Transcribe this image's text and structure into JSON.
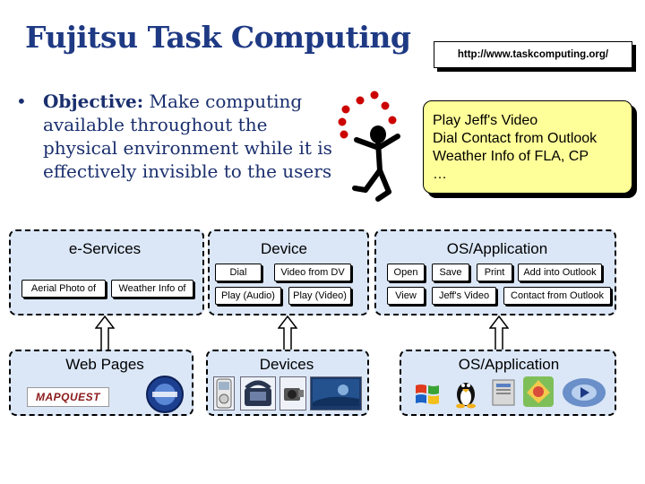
{
  "title": "Fujitsu Task Computing",
  "url": "http://www.taskcomputing.org/",
  "objective": {
    "bullet": "•",
    "label": "Objective:",
    "text": "Make computing available throughout the physical environment while it is effectively invisible to the users"
  },
  "callout": {
    "lines": [
      "Play Jeff's Video",
      "Dial Contact from Outlook",
      "Weather Info of FLA, CP",
      "…"
    ]
  },
  "services": {
    "e_services": {
      "header": "e-Services",
      "items": [
        "Aerial Photo of",
        "Weather Info of"
      ]
    },
    "device": {
      "header": "Device",
      "items": [
        "Dial",
        "Video from DV",
        "Play (Audio)",
        "Play (Video)"
      ]
    },
    "os_app": {
      "header": "OS/Application",
      "row1": [
        "Open",
        "Save",
        "Print",
        "Add into Outlook"
      ],
      "row2": [
        "View",
        "Jeff's Video",
        "Contact from Outlook"
      ]
    }
  },
  "sources": {
    "web": {
      "header": "Web Pages",
      "logo": "MAPQUEST"
    },
    "devices": {
      "header": "Devices"
    },
    "os": {
      "header": "OS/Application"
    }
  },
  "colors": {
    "title": "#1f3a84",
    "panel": "#dbe7f7",
    "callout": "#ffff99",
    "juggle_ball": "#cc0000"
  }
}
